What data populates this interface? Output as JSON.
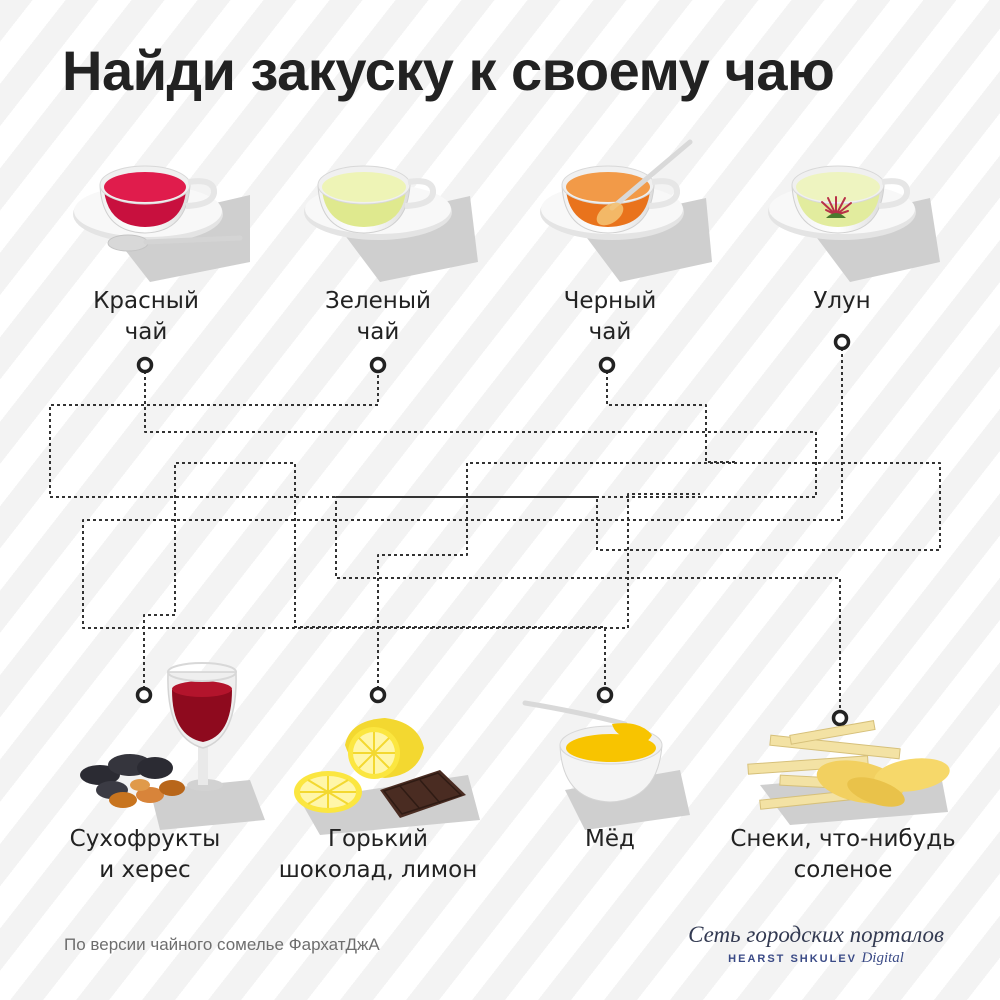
{
  "title": "Найди закуску к своему чаю",
  "teas": [
    {
      "line1": "Красный",
      "line2": "чай"
    },
    {
      "line1": "Зеленый",
      "line2": "чай"
    },
    {
      "line1": "Черный",
      "line2": "чай"
    },
    {
      "line1": "Улун",
      "line2": ""
    }
  ],
  "snacks": [
    {
      "line1": "Сухофрукты",
      "line2": "и херес"
    },
    {
      "line1": "Горький",
      "line2": "шоколад, лимон"
    },
    {
      "line1": "Мёд",
      "line2": ""
    },
    {
      "line1": "Снеки, что-нибудь",
      "line2": "соленое"
    }
  ],
  "footnote": "По версии чайного сомелье ФархатДжА",
  "brand": {
    "line1": "Сеть городских порталов",
    "line2a": "HEARST SHKULEV",
    "line2b": "Digital"
  },
  "colors": {
    "red_tea": "#c8103e",
    "green_tea": "#e4efa0",
    "black_tea": "#ef8a2e",
    "oolong_tea": "#e8f0b0",
    "wine": "#8e0a1e",
    "honey": "#f8c400",
    "lemon": "#fbe640",
    "chocolate": "#4a2c22",
    "chips": "#f2d060"
  }
}
